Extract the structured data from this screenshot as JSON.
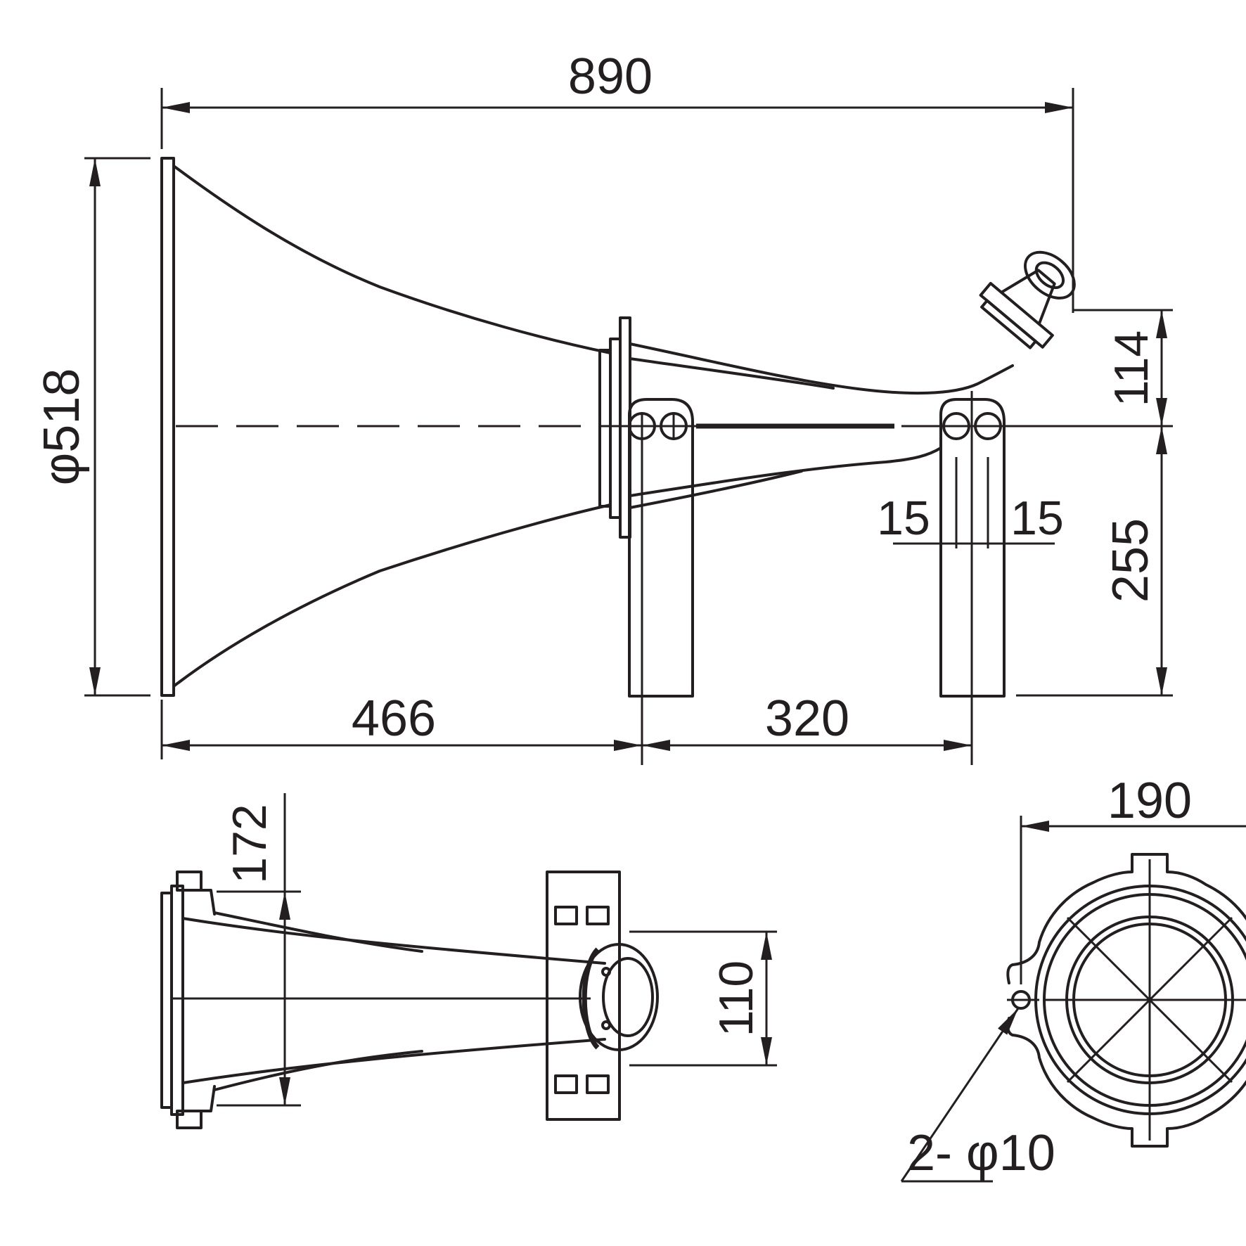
{
  "dimensions": {
    "overall_length": "890",
    "mouth_diameter": "φ518",
    "mouth_to_bracket": "466",
    "bracket_span": "320",
    "driver_height": "114",
    "bracket_height": "255",
    "hole_offset_left": "15",
    "hole_offset_right": "15",
    "side_height": "172",
    "clamp_height": "110",
    "base_width": "190",
    "mounting_holes": "2- φ10"
  },
  "colors": {
    "line": "#231f20",
    "background": "#ffffff"
  }
}
